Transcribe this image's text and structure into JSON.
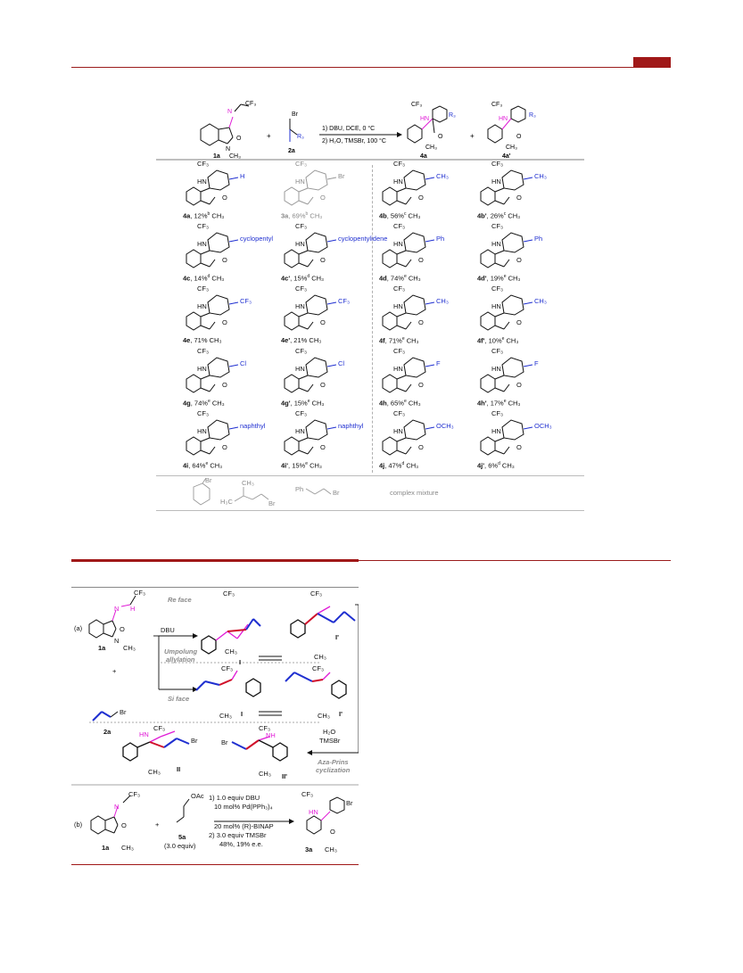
{
  "header": {
    "accent_color": "#a01818"
  },
  "table": {
    "reaction": {
      "reactant1_label": "1a",
      "reactant2_label": "2a",
      "plus": "+",
      "conditions_line1": "1) DBU, DCE, 0 °C",
      "conditions_line2": "2) H₂O, TMSBr, 100 °C",
      "product_label": "4a",
      "product2_label": "4a'",
      "cf3": "CF₃",
      "br": "Br",
      "r3": "R₃",
      "ch3": "CH₃",
      "n": "N",
      "o": "O",
      "hn": "HN"
    },
    "entries": [
      {
        "id": "4a",
        "text": "4a, 12%",
        "sup": "b",
        "sub": "H"
      },
      {
        "id": "3a",
        "text": "3a, 69%",
        "sup": "b",
        "sub": "Br"
      },
      {
        "id": "4b",
        "text": "4b, 56%",
        "sup": "c",
        "sub": "CH₃"
      },
      {
        "id": "4b'",
        "text": "4b', 26%",
        "sup": "c",
        "sub": "CH₃"
      },
      {
        "id": "4c",
        "text": "4c, 14%",
        "sup": "d",
        "sub": "cyclopentyl"
      },
      {
        "id": "4c'",
        "text": "4c', 15%",
        "sup": "d",
        "sub": "cyclopentylidene"
      },
      {
        "id": "4d",
        "text": "4d, 74%",
        "sup": "e",
        "sub": "Ph"
      },
      {
        "id": "4d'",
        "text": "4d', 19%",
        "sup": "e",
        "sub": "Ph"
      },
      {
        "id": "4e",
        "text": "4e, 71%",
        "sup": "",
        "sub": "CF₃"
      },
      {
        "id": "4e'",
        "text": "4e', 21%",
        "sup": "",
        "sub": "CF₃"
      },
      {
        "id": "4f",
        "text": "4f, 71%",
        "sup": "e",
        "sub": "CH₃"
      },
      {
        "id": "4f'",
        "text": "4f', 10%",
        "sup": "e",
        "sub": "CH₃"
      },
      {
        "id": "4g",
        "text": "4g, 74%",
        "sup": "e",
        "sub": "Cl"
      },
      {
        "id": "4g'",
        "text": "4g', 15%",
        "sup": "e",
        "sub": "Cl"
      },
      {
        "id": "4h",
        "text": "4h, 65%",
        "sup": "e",
        "sub": "F"
      },
      {
        "id": "4h'",
        "text": "4h', 17%",
        "sup": "e",
        "sub": "F"
      },
      {
        "id": "4i",
        "text": "4i, 64%",
        "sup": "e",
        "sub": "naphthyl"
      },
      {
        "id": "4i'",
        "text": "4i', 15%",
        "sup": "e",
        "sub": "naphthyl"
      },
      {
        "id": "4j",
        "text": "4j, 47%",
        "sup": "d",
        "sub": "OCH₃"
      },
      {
        "id": "4j'",
        "text": "4j', 6%",
        "sup": "d",
        "sub": "OCH₃"
      }
    ],
    "failed": {
      "br1": "Br",
      "ch3": "CH₃",
      "h3c": "H₃C",
      "br2": "Br",
      "ph": "Ph",
      "br3": "Br",
      "result": "complex mixture"
    }
  },
  "scheme": {
    "part_a": "(a)",
    "part_b": "(b)",
    "re_face": "Re face",
    "si_face": "Si face",
    "dbu": "DBU",
    "umpolung_1": "Umpolung",
    "umpolung_2": "allylation",
    "h2o": "H₂O",
    "tmsbr": "TMSBr",
    "aza_prins_1": "Aza-Prins",
    "aza_prins_2": "cyclization",
    "label_1a": "1a",
    "label_2a": "2a",
    "label_I": "I",
    "label_Ip": "I'",
    "label_II": "II",
    "label_IIp": "II'",
    "cf3": "CF₃",
    "ch3": "CH₃",
    "br": "Br",
    "n": "N",
    "o": "O",
    "h": "H",
    "hn": "HN",
    "nh": "NH",
    "plus": "+",
    "b_oac": "OAc",
    "b_5a": "5a",
    "b_5a_equiv": "(3.0 equiv)",
    "b_cond1": "1) 1.0 equiv DBU",
    "b_cond2": "10 mol% Pd(PPh₃)₄",
    "b_cond3": "20 mol% (R)-BINAP",
    "b_cond4": "2) 3.0 equiv TMSBr",
    "b_cond5": "48%, 19% e.e.",
    "b_1a": "1a",
    "b_3a": "3a"
  }
}
